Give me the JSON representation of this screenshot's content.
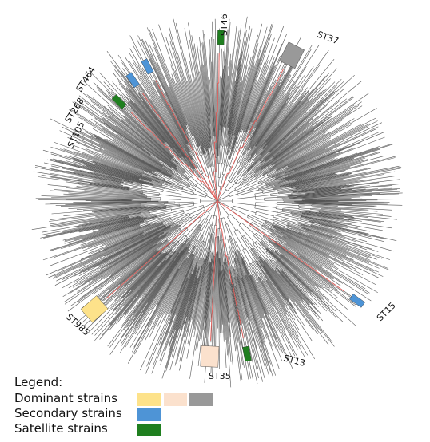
{
  "clusters": [
    {
      "label": "ST46",
      "category": "satellite"
    },
    {
      "label": "ST37",
      "category": "dominant",
      "color_key": "dominant_3"
    },
    {
      "label": "ST464",
      "category": "secondary"
    },
    {
      "label": "ST268",
      "category": "secondary"
    },
    {
      "label": "ST105",
      "category": "satellite"
    },
    {
      "label": "ST985",
      "category": "dominant",
      "color_key": "dominant_1"
    },
    {
      "label": "ST35",
      "category": "dominant",
      "color_key": "dominant_2"
    },
    {
      "label": "ST13",
      "category": "satellite"
    },
    {
      "label": "ST15",
      "category": "secondary"
    }
  ],
  "legend": {
    "title": "Legend:",
    "dominant_label": "Dominant strains",
    "secondary_label": "Secondary strains",
    "satellite_label": "Satellite strains"
  },
  "colors": {
    "branch": "#555555",
    "highlight_branch": "#e8605c",
    "dominant_1": "#fde28a",
    "dominant_2": "#fbe1cd",
    "dominant_3": "#999999",
    "secondary": "#4e94d6",
    "satellite": "#1f7f1f"
  }
}
